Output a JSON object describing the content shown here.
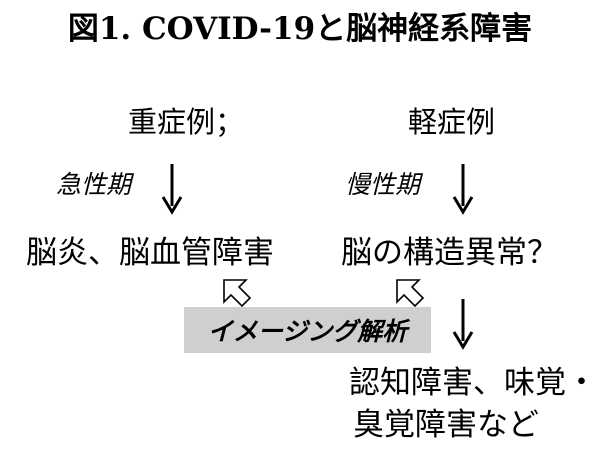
{
  "title": "図1. COVID-19と脳神経系障害",
  "severe": {
    "label": "重症例；",
    "phase": "急性期",
    "outcome": "脳炎、脳血管障害"
  },
  "mild": {
    "label": "軽症例",
    "phase": "慢性期",
    "outcome": "脳の構造異常？"
  },
  "imaging": {
    "label": "イメージング解析",
    "box_color": "#cfcfcf"
  },
  "symptoms": {
    "line1": "認知障害、味覚・",
    "line2": "臭覚障害など"
  },
  "icons": {
    "down_arrow": "solid-down-arrow-icon",
    "up_arrow": "hollow-up-arrow-icon"
  }
}
